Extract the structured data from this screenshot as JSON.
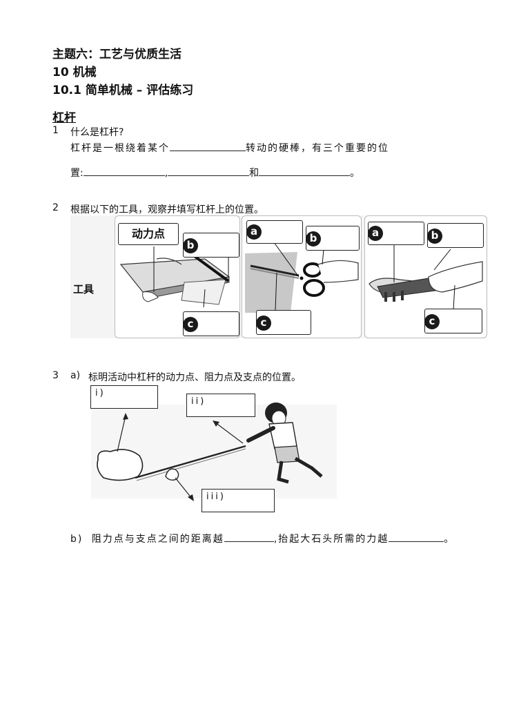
{
  "header": {
    "theme": "主题六：工艺与优质生活",
    "chapter": "10 机械",
    "section": "10.1 简单机械 – 评估练习"
  },
  "topic": "杠杆",
  "q1": {
    "num": "1",
    "question": "什么是杠杆?",
    "line1_a": "杠杆是一根绕着某个",
    "line1_b": "转动的硬棒，有三个重要的位",
    "line2_a": "置:",
    "comma": ",",
    "and": "和",
    "end": "。"
  },
  "q2": {
    "num": "2",
    "question": "根据以下的工具，观察并填写杠杆上的位置。",
    "tools_label": "工具",
    "effort_label": "动力点",
    "markers": {
      "a": "a",
      "b": "b",
      "c": "c"
    }
  },
  "q3": {
    "num": "3",
    "a_label": "a)",
    "a_text": "标明活动中杠杆的动力点、阻力点及支点的位置。",
    "box_i": "i)",
    "box_ii": "ii)",
    "box_iii": "iii)",
    "b_label": "b)",
    "b_text1": "阻力点与支点之间的距离越",
    "b_text2": ",抬起大石头所需的力越",
    "b_end": "。"
  }
}
